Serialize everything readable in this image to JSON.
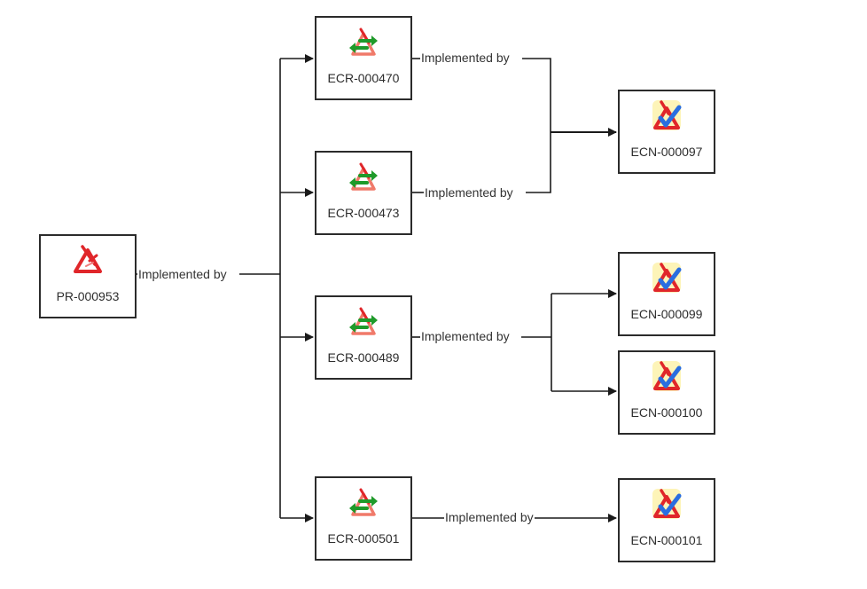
{
  "diagram": {
    "edge_label": "Implemented by",
    "line_color": "#1a1a1a",
    "nodes": [
      {
        "id": "PR-000953",
        "label": "PR-000953",
        "type": "problem-report",
        "icon": "problem-report-icon"
      },
      {
        "id": "ECR-000470",
        "label": "ECR-000470",
        "type": "change-request",
        "icon": "change-request-icon"
      },
      {
        "id": "ECR-000473",
        "label": "ECR-000473",
        "type": "change-request",
        "icon": "change-request-icon"
      },
      {
        "id": "ECR-000489",
        "label": "ECR-000489",
        "type": "change-request",
        "icon": "change-request-icon"
      },
      {
        "id": "ECR-000501",
        "label": "ECR-000501",
        "type": "change-request",
        "icon": "change-request-icon"
      },
      {
        "id": "ECN-000097",
        "label": "ECN-000097",
        "type": "change-notice",
        "icon": "change-notice-icon"
      },
      {
        "id": "ECN-000099",
        "label": "ECN-000099",
        "type": "change-notice",
        "icon": "change-notice-icon"
      },
      {
        "id": "ECN-000100",
        "label": "ECN-000100",
        "type": "change-notice",
        "icon": "change-notice-icon"
      },
      {
        "id": "ECN-000101",
        "label": "ECN-000101",
        "type": "change-notice",
        "icon": "change-notice-icon"
      }
    ],
    "edges": [
      {
        "from": "PR-000953",
        "to": [
          "ECR-000470",
          "ECR-000473",
          "ECR-000489",
          "ECR-000501"
        ],
        "label": "Implemented by"
      },
      {
        "from": "ECR-000470",
        "to": [
          "ECN-000097"
        ],
        "label": "Implemented by"
      },
      {
        "from": "ECR-000473",
        "to": [
          "ECN-000097"
        ],
        "label": "Implemented by"
      },
      {
        "from": "ECR-000489",
        "to": [
          "ECN-000099",
          "ECN-000100"
        ],
        "label": "Implemented by"
      },
      {
        "from": "ECR-000501",
        "to": [
          "ECN-000101"
        ],
        "label": "Implemented by"
      }
    ]
  }
}
